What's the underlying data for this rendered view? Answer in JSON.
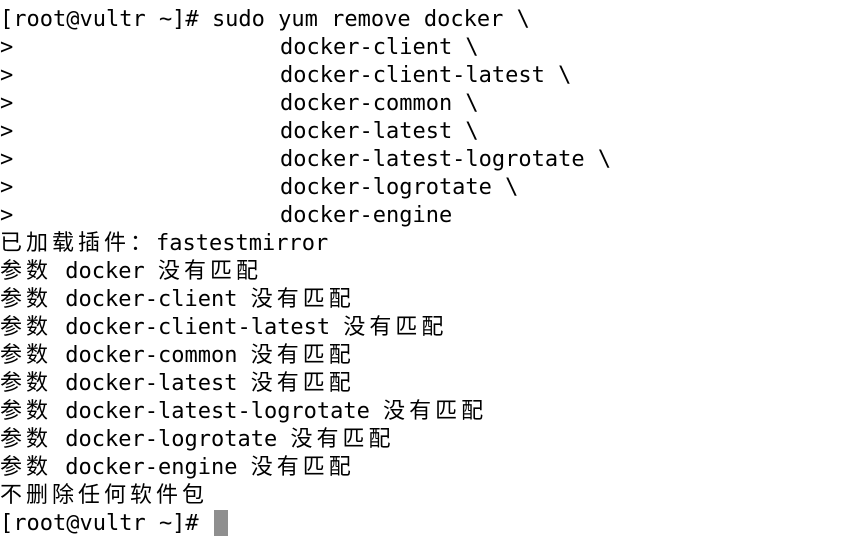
{
  "prompt": "[root@vultr ~]#",
  "command_first": "sudo yum remove docker \\",
  "continuation_marker": ">",
  "continuation_lines": [
    "docker-client \\",
    "docker-client-latest \\",
    "docker-common \\",
    "docker-latest \\",
    "docker-latest-logrotate \\",
    "docker-logrotate \\",
    "docker-engine"
  ],
  "plugin_label": "已加载插件：",
  "plugin_name": "fastestmirror",
  "param_label": "参数",
  "no_match_label": "没有匹配",
  "params": [
    "docker",
    "docker-client",
    "docker-client-latest",
    "docker-common",
    "docker-latest",
    "docker-latest-logrotate",
    "docker-logrotate",
    "docker-engine"
  ],
  "result": "不删除任何软件包",
  "cursor_color": "#8f8f8f"
}
